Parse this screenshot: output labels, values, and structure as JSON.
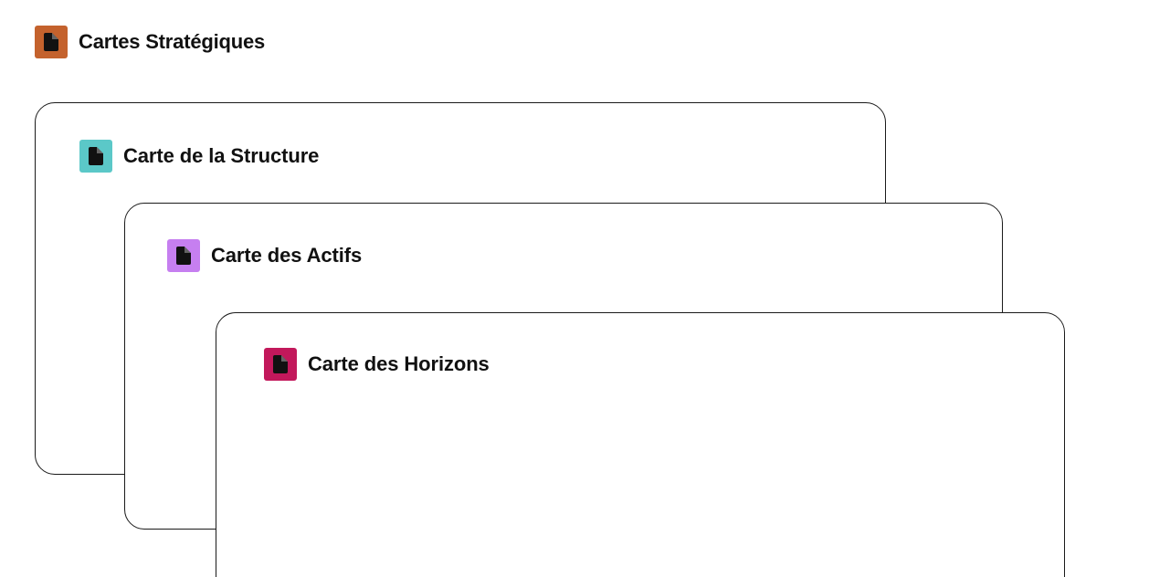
{
  "header": {
    "title": "Cartes Stratégiques",
    "icon": "document-icon",
    "icon_color": "#C4622D"
  },
  "cards": [
    {
      "title": "Carte de la Structure",
      "icon": "document-icon",
      "icon_color": "#5BC8C8"
    },
    {
      "title": "Carte des Actifs",
      "icon": "document-icon",
      "icon_color": "#C67FF0"
    },
    {
      "title": "Carte des Horizons",
      "icon": "document-icon",
      "icon_color": "#C2185B"
    }
  ]
}
